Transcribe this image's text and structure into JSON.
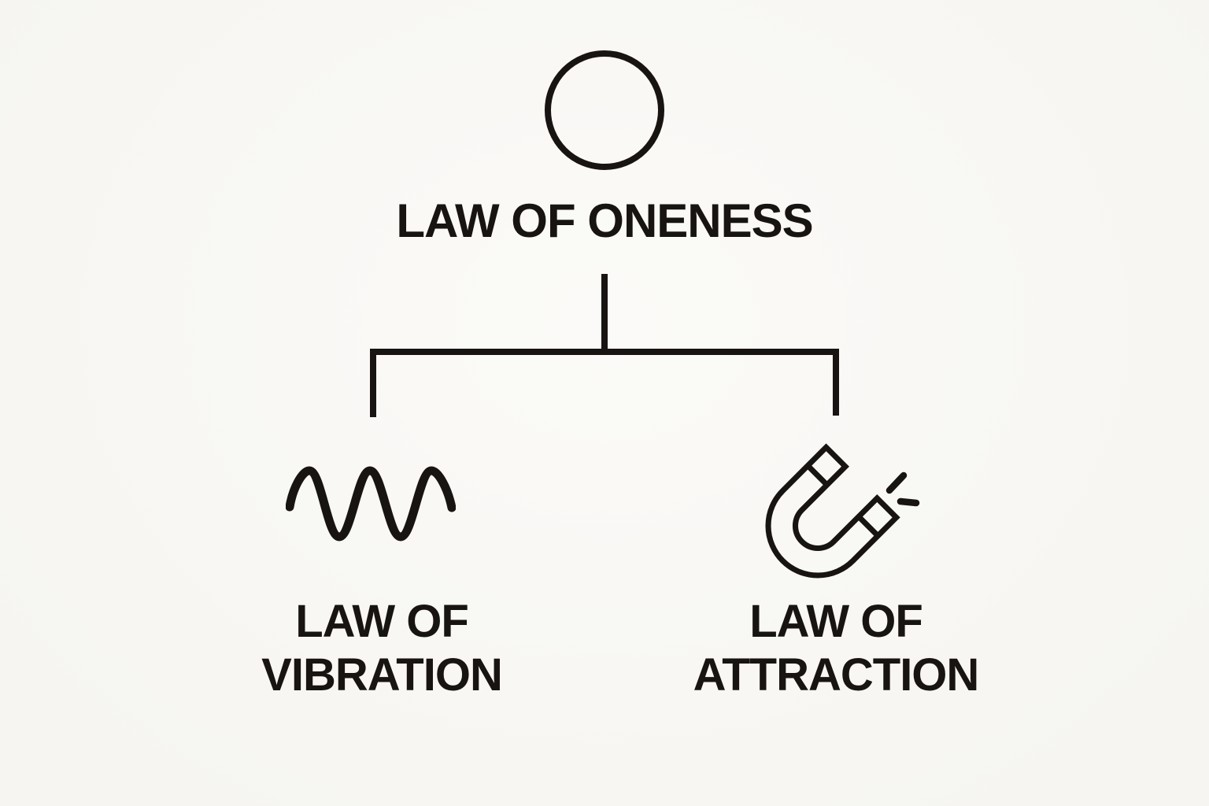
{
  "page": {
    "background_color": "#f9f8f4",
    "ink_color": "#171412"
  },
  "diagram": {
    "type": "hierarchy-tree",
    "root": {
      "label": "LAW OF ONENESS",
      "icon": "circle-icon"
    },
    "children": [
      {
        "label_lines": [
          "LAW OF",
          "VIBRATION"
        ],
        "icon": "sine-wave-icon"
      },
      {
        "label_lines": [
          "LAW OF",
          "ATTRACTION"
        ],
        "icon": "magnet-icon"
      }
    ]
  }
}
